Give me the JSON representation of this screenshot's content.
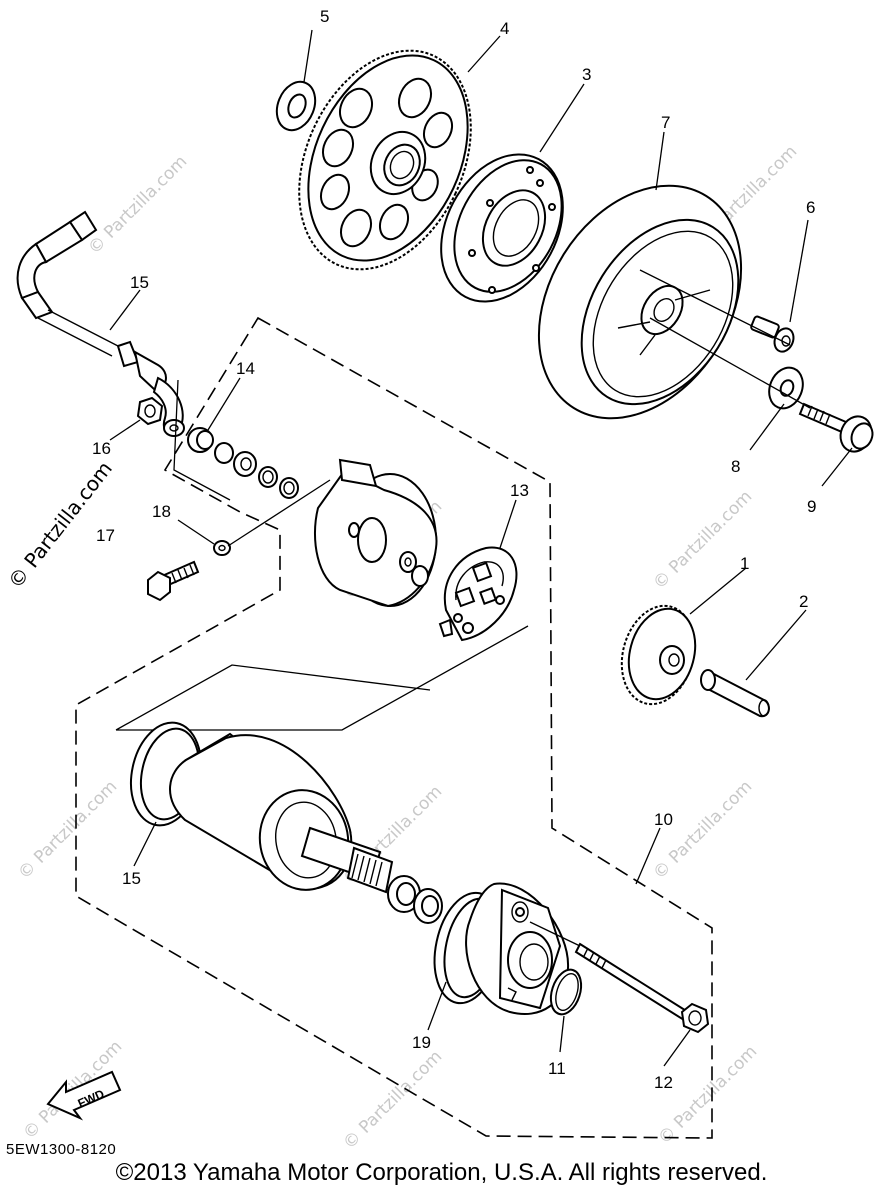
{
  "callouts": [
    "1",
    "2",
    "3",
    "4",
    "5",
    "6",
    "7",
    "8",
    "9",
    "10",
    "11",
    "12",
    "13",
    "14",
    "15",
    "15",
    "16",
    "17",
    "18",
    "19"
  ],
  "fwd_label": "FWD",
  "watermark": "© Partzilla.com",
  "watermark_primary": "© Partzilla.com",
  "diagram_code": "5EW1300-8120",
  "copyright": "©2013 Yamaha Motor Corporation, U.S.A. All rights reserved."
}
